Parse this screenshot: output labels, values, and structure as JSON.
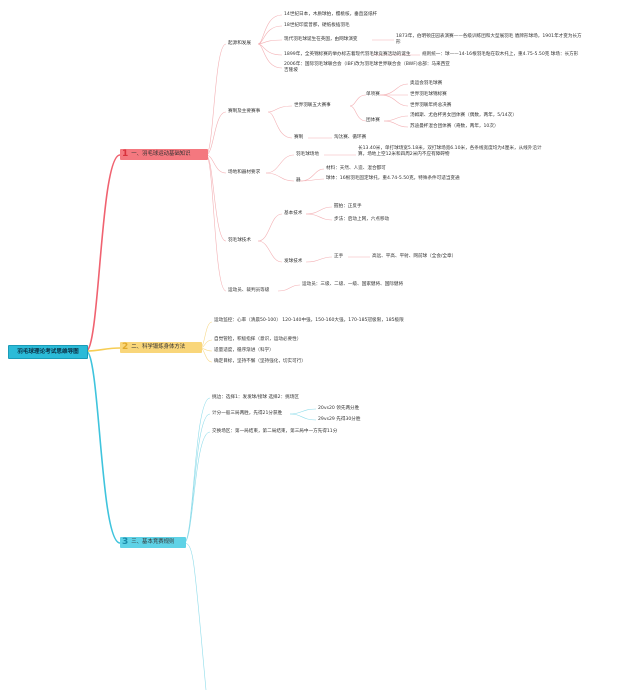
{
  "root": {
    "label": "羽毛球理论考试思维导图"
  },
  "branches": [
    {
      "num": "1",
      "label": "一、羽毛球运动基础知识",
      "color": "#f4787f"
    },
    {
      "num": "2",
      "label": "二、科学锻炼身体方法",
      "color": "#f9d67a"
    },
    {
      "num": "3",
      "label": "三、基本竞赛规则",
      "color": "#5fd2e6"
    }
  ],
  "b1": {
    "origin": {
      "label": "起源和发展",
      "items": [
        "14世纪日本，木质球拍，樱桃核，垂直竖纸杆",
        "18世纪印度普那，硬纸板插羽毛",
        "现代羽毛球诞生在英国，由网球演变",
        "1873年，伯明顿庄园表演赛——各级训练团和大型展羽毛 盾牌形球场，1901年才变为长方形",
        "1899年，全英锦标赛的举办标志着现代羽毛球竞赛活动的诞生",
        "规则统一：球——14-16根羽毛粘在软木托上，重4.75-5.50克 球场：长方形",
        "2006年：国际羽毛球联合会（IBF)改为羽毛球世界联合会（BWF)总部：马来西亚吉隆坡"
      ]
    },
    "tournaments": {
      "label": "赛制及主要赛事",
      "five": "世界羽联五大赛事",
      "single": "单项赛",
      "single_items": [
        "奥运会羽毛球赛",
        "世界羽毛球锦标赛",
        "世界羽联年终总决赛"
      ],
      "team": "团体赛",
      "team_items": [
        "汤姆斯、尤伯杯男女团体赛（偶数，两年，5/14次）",
        "苏迪曼杯混合团体赛（奇数，两年，10次）"
      ],
      "format": "赛制",
      "format_value": "淘汰赛、循环赛"
    },
    "venue": {
      "label": "场地和器材要求",
      "court": "羽毛球场地",
      "court_text": "长13.40米，单打球场宽5.18米，双打球场宽6.10米，各条线宽度均为4厘米，从线外沿计算，场地上空12米和四周2米内不应有障碍物",
      "equip": "器",
      "materials": "材料：天然、人造、混合都可",
      "ball": "球体：16根羽毛固定球托，重4.74-5.50克，特殊条件可适当变通"
    },
    "technique": {
      "label": "羽毛球技术",
      "basic": "基本技术",
      "grip": "握拍：正反手",
      "footwork": "步法：启动上网，六点移动",
      "hit": "发球技术",
      "forehand": "正手",
      "strokes": "高远、平高、平射、网前球（全会/全章）"
    },
    "athlete": {
      "label": "运动员、裁判员等级",
      "levels": "运动员：三级、二级、一级、国家健将、国际健将"
    }
  },
  "b2": {
    "items": [
      "运动监控：心率（清晨50-100） 120-140中强，150-160大强，170-185冠极限，185极限",
      "自觉管检，积极指挥（意识，运动必要性）",
      "适量适度，循序渐进（科学）",
      "确定目标，坚持不懈（坚持强化，切实可行）"
    ]
  },
  "b3": {
    "choice": "挑边：选择1：发发球/接球 选择2：挑场区",
    "scoring": "计分一般三局两胜，先得21分获胜",
    "deuce1": "20vs20 领先两分胜",
    "deuce2": "29vs29 先得30分胜",
    "switch": "交换场区：第一局结束，第二局结束，第三局中一方先得11分"
  }
}
